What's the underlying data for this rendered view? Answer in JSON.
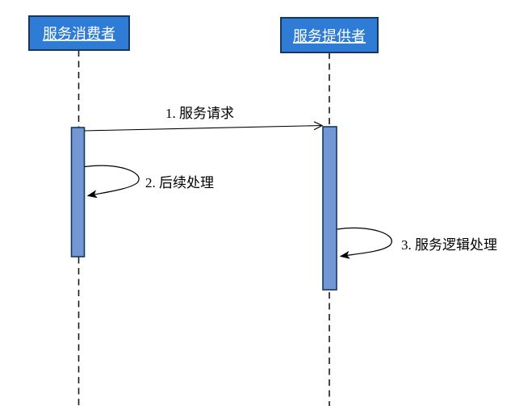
{
  "diagram": {
    "participants": [
      {
        "label": "服务消费者"
      },
      {
        "label": "服务提供者"
      }
    ],
    "messages": [
      {
        "label": "1. 服务请求"
      },
      {
        "label": "2. 后续处理"
      },
      {
        "label": "3. 服务逻辑处理"
      }
    ],
    "colors": {
      "background": "#ffffff",
      "box_fill": "#2f7cd6",
      "box_border": "#17375e",
      "bar_fill": "#7396d5",
      "bar_border": "#17375e",
      "line": "#000000",
      "text_on_box": "#ffffff",
      "label_text": "#000000"
    }
  }
}
